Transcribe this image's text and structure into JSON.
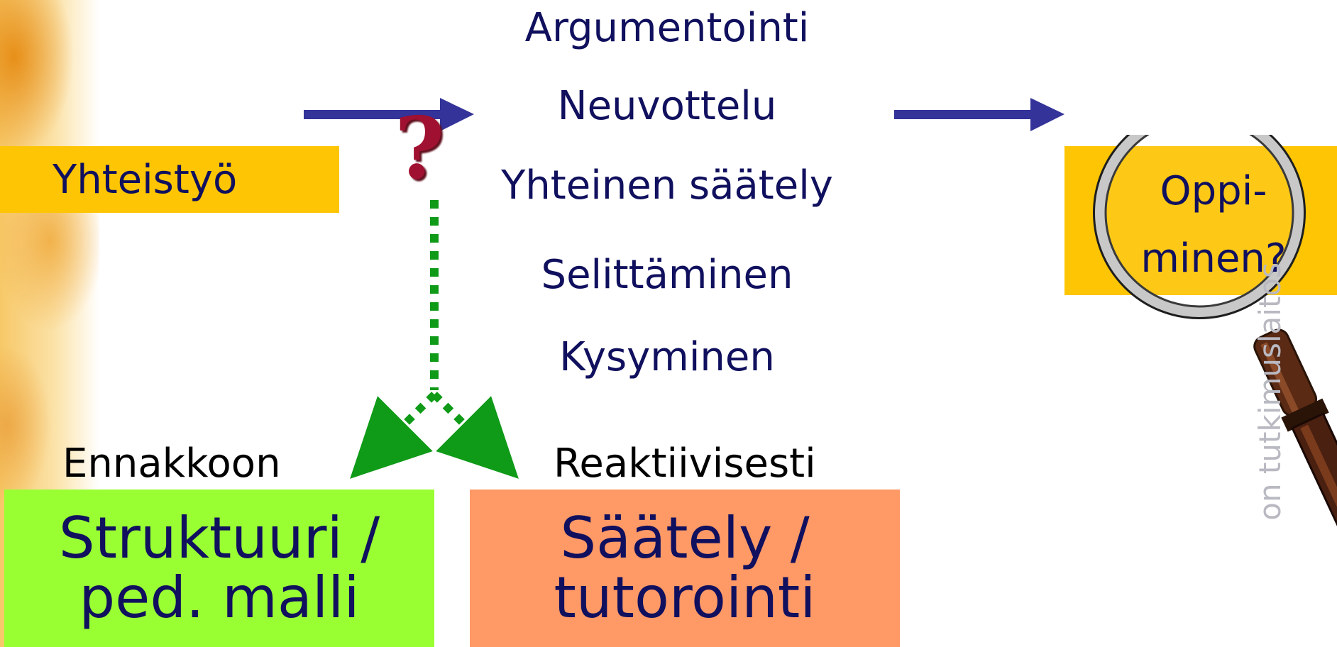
{
  "left_label": "Yhteistyö",
  "middle_items": [
    "Argumentointi",
    "Neuvottelu",
    "Yhteinen säätely",
    "Selittäminen",
    "Kysyminen"
  ],
  "question_mark": "?",
  "result_label": {
    "line1": "Oppi-",
    "line2": "minen?"
  },
  "branches": {
    "left": {
      "caption": "Ennakkoon",
      "box_line1": "Struktuuri /",
      "box_line2": "ped. malli"
    },
    "right": {
      "caption": "Reaktiivisesti",
      "box_line1": "Säätely /",
      "box_line2": "tutorointi"
    }
  },
  "watermark": "on tutkimuslaitos",
  "colors": {
    "text": "#10105e",
    "yellow_box": "#fdc503",
    "green_box": "#99ff33",
    "orange_box": "#ff9966",
    "arrow": "#333399",
    "dotted_arrow": "#0f9a18",
    "question_mark": "#a01030"
  }
}
